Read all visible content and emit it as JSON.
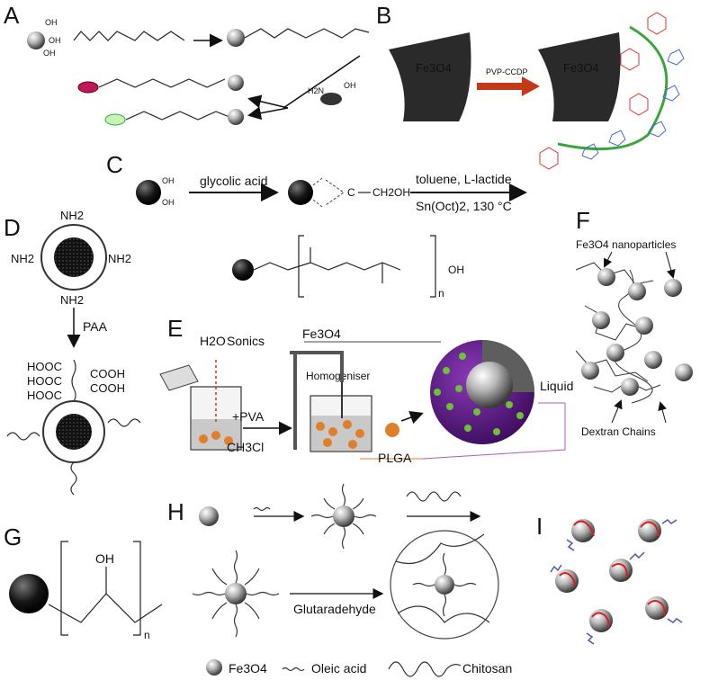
{
  "panels": [
    "A",
    "B",
    "C",
    "D",
    "E",
    "F",
    "G",
    "H",
    "I"
  ],
  "panel_b": {
    "core_left": "Fe3O4",
    "core_right": "Fe3O4",
    "arrow_label": "PVP-CCDP"
  },
  "panel_c": {
    "step1": "glycolic acid",
    "step2_top": "toluene, L-lactide",
    "step2_bottom": "Sn(Oct)2, 130 °C",
    "oh": "OH",
    "ch2oh": "CH2OH",
    "c": "C",
    "n": "n"
  },
  "panel_d": {
    "nh2": "NH2",
    "paa": "PAA",
    "hooc": "HOOC",
    "cooh": "COOH"
  },
  "panel_e": {
    "water": "H2O",
    "sonics": "Sonics",
    "fe3o4": "Fe3O4",
    "homogeniser": "Homogeniser",
    "pva": "+PVA",
    "solvent": "CH3Cl",
    "plga": "PLGA",
    "liquid": "Liquid"
  },
  "panel_f": {
    "top": "Fe3O4 nanoparticles",
    "bottom": "Dextran Chains"
  },
  "panel_g": {
    "oh": "OH",
    "n": "n"
  },
  "panel_h": {
    "crosslinker": "Glutaradehyde"
  },
  "legend": {
    "fe3o4": "Fe3O4",
    "oleic": "Oleic acid",
    "chitosan": "Chitosan"
  },
  "colors": {
    "core_dark": "#2b2b2b",
    "sphere_purple": "#5b1a83",
    "green_dot": "#6cc03a",
    "orange": "#e07f2a",
    "arrow_red": "#c23a1a",
    "polymer_green": "#3aa53a",
    "red_chain": "#d62020",
    "blue_chain": "#4a5aa8"
  }
}
